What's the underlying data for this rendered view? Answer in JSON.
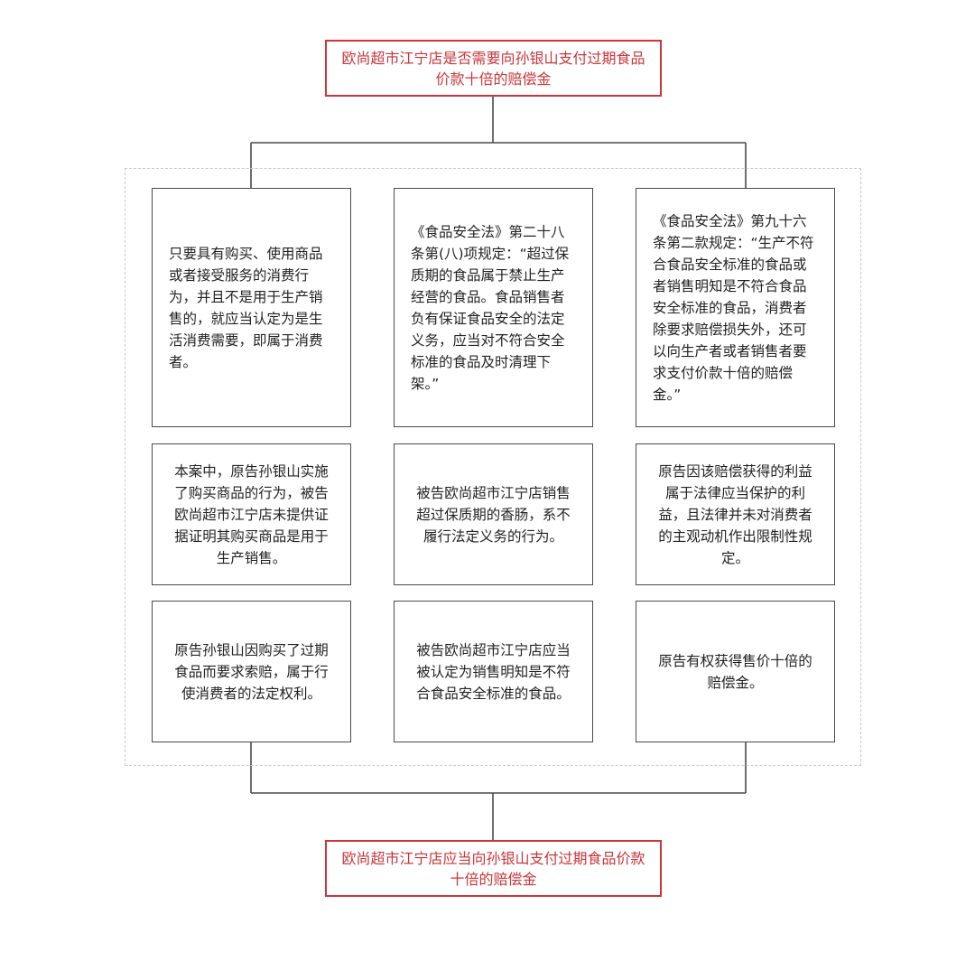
{
  "question": "欧尚超市江宁店是否需要向孙银山支付过期食品价款十倍的赔偿金",
  "conclusion": "欧尚超市江宁店应当向孙银山支付过期食品价款十倍的赔偿金",
  "rows": [
    {
      "col1": "只要具有购买、使用商品或者接受服务的消费行为，并且不是用于生产销售的，就应当认定为是生活消费需要，即属于消费者。",
      "col2": "《食品安全法》第二十八条第(八)项规定：“超过保质期的食品属于禁止生产经营的食品。食品销售者负有保证食品安全的法定义务，应当对不符合安全标准的食品及时清理下架。”",
      "col3": "《食品安全法》第九十六条第二款规定：“生产不符合食品安全标准的食品或者销售明知是不符合食品安全标准的食品，消费者除要求赔偿损失外，还可以向生产者或者销售者要求支付价款十倍的赔偿金。”"
    },
    {
      "col1": "本案中，原告孙银山实施了购买商品的行为，被告欧尚超市江宁店未提供证据证明其购买商品是用于生产销售。",
      "col2": "被告欧尚超市江宁店销售超过保质期的香肠，系不履行法定义务的行为。",
      "col3": "原告因该赔偿获得的利益属于法律应当保护的利益，且法律并未对消费者的主观动机作出限制性规定。"
    },
    {
      "col1": "原告孙银山因购买了过期食品而要求索赔，属于行使消费者的法定权利。",
      "col2": "被告欧尚超市江宁店应当被认定为销售明知是不符合食品安全标准的食品。",
      "col3": "原告有权获得售价十倍的赔偿金。"
    }
  ],
  "colors": {
    "accent": "#c9353a",
    "box_border": "#4a4a4a",
    "connector": "#4a4a4a",
    "frame": "#c8c8c8"
  }
}
